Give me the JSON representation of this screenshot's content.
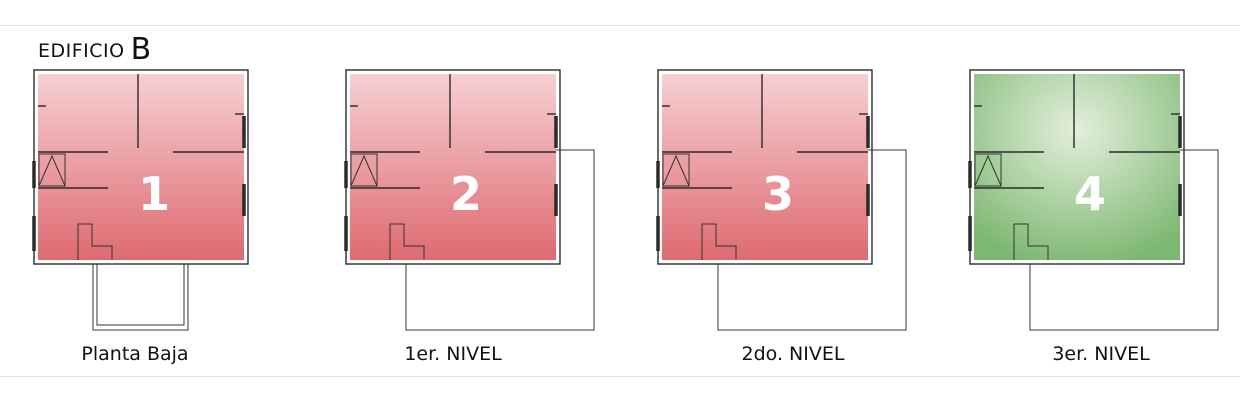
{
  "header": {
    "title_word": "EDIFICIO",
    "title_letter": "B"
  },
  "colors": {
    "sold": "#e06b73",
    "available": "#7fbd74"
  },
  "floors": [
    {
      "number": "1",
      "label": "Planta Baja",
      "status": "sold"
    },
    {
      "number": "2",
      "label": "1er. NIVEL",
      "status": "sold"
    },
    {
      "number": "3",
      "label": "2do. NIVEL",
      "status": "sold"
    },
    {
      "number": "4",
      "label": "3er. NIVEL",
      "status": "available"
    }
  ]
}
